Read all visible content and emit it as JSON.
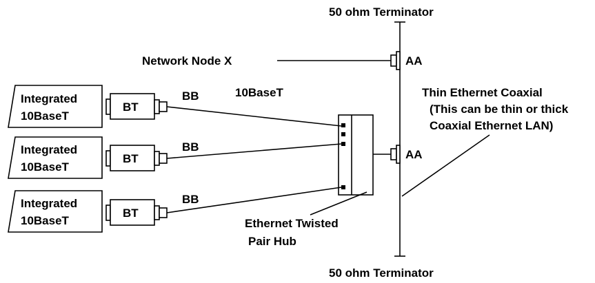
{
  "colors": {
    "line": "#000000",
    "background": "#ffffff"
  },
  "labels": {
    "terminator_top": "50 ohm Terminator",
    "terminator_bottom": "50 ohm Terminator",
    "network_node": "Network Node X",
    "connector_aa_top": "AA",
    "connector_aa_mid": "AA",
    "tenbaset": "10BaseT",
    "coax_line1": "Thin Ethernet Coaxial",
    "coax_line2": "(This can be thin or thick",
    "coax_line3": "Coaxial Ethernet LAN)",
    "hub_line1": "Ethernet Twisted",
    "hub_line2": "Pair Hub"
  },
  "stations": [
    {
      "device_line1": "Integrated",
      "device_line2": "10BaseT",
      "transceiver": "BT",
      "cable": "BB"
    },
    {
      "device_line1": "Integrated",
      "device_line2": "10BaseT",
      "transceiver": "BT",
      "cable": "BB"
    },
    {
      "device_line1": "Integrated",
      "device_line2": "10BaseT",
      "transceiver": "BT",
      "cable": "BB"
    }
  ]
}
